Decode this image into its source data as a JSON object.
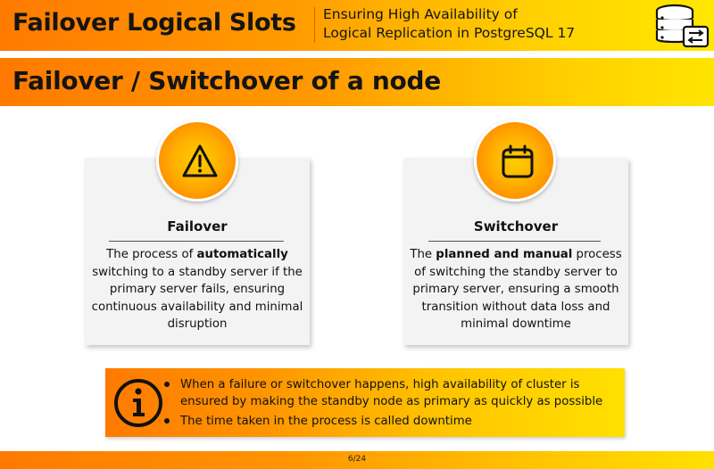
{
  "header": {
    "title": "Failover Logical Slots",
    "subtitle_line1": "Ensuring High Availability of",
    "subtitle_line2": "Logical Replication in PostgreSQL 17",
    "icon": "database-sync-icon"
  },
  "section": {
    "title": "Failover / Switchover of a node"
  },
  "cards": [
    {
      "icon": "warning-triangle-icon",
      "title": "Failover",
      "desc_pre": "The process of ",
      "desc_bold": "automatically",
      "desc_post": " switching to a standby server if the primary server fails, ensuring continuous availability and minimal disruption"
    },
    {
      "icon": "calendar-icon",
      "title": "Switchover",
      "desc_pre": "The ",
      "desc_bold": "planned and manual",
      "desc_post": " process of switching the standby server to primary server, ensuring a smooth transition without data loss and minimal downtime"
    }
  ],
  "info": {
    "icon": "info-icon",
    "bullets": [
      "When a failure or switchover happens, high availability of cluster is ensured by making the standby node as primary as quickly as possible",
      "The time taken in the process is called downtime"
    ]
  },
  "footer": {
    "page": "6/24"
  },
  "colors": {
    "orange": "#ff7a00",
    "yellow": "#ffe000",
    "text": "#111111"
  }
}
